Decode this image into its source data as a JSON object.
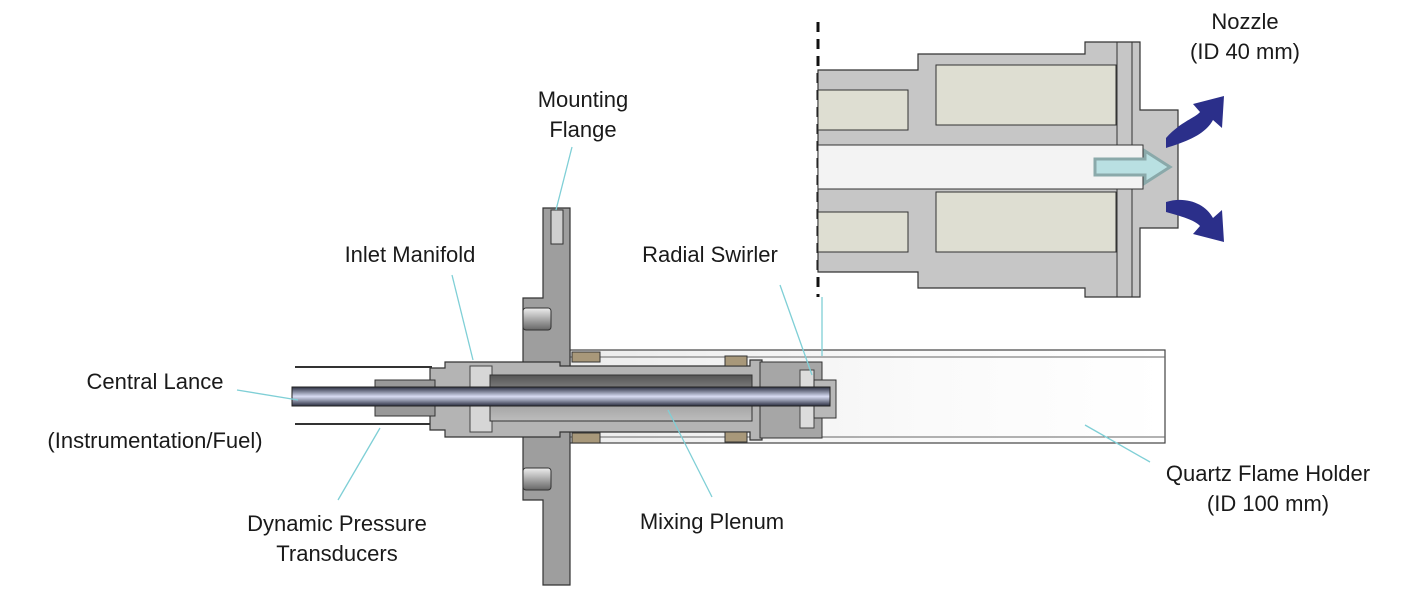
{
  "labels": {
    "mounting_flange": [
      "Mounting",
      "Flange"
    ],
    "inlet_manifold": "Inlet Manifold",
    "radial_swirler": "Radial Swirler",
    "nozzle": [
      "Nozzle",
      "(ID 40 mm)"
    ],
    "central_lance": "Central Lance",
    "instrumentation_fuel": "(Instrumentation/Fuel)",
    "dynamic_pressure_transducers": [
      "Dynamic Pressure",
      "Transducers"
    ],
    "mixing_plenum": "Mixing Plenum",
    "quartz_flame_holder": [
      "Quartz Flame Holder",
      "(ID 100 mm)"
    ]
  },
  "colors": {
    "leader_line": "#7fcfd6",
    "metal": "#a9a9a9",
    "metal_light": "#c8c8c8",
    "insert": "#deded2",
    "flow_arrow_outer": "#2b2f8a",
    "flow_arrow_inner": "#b9e0e2",
    "lance": "#8c95c4"
  }
}
